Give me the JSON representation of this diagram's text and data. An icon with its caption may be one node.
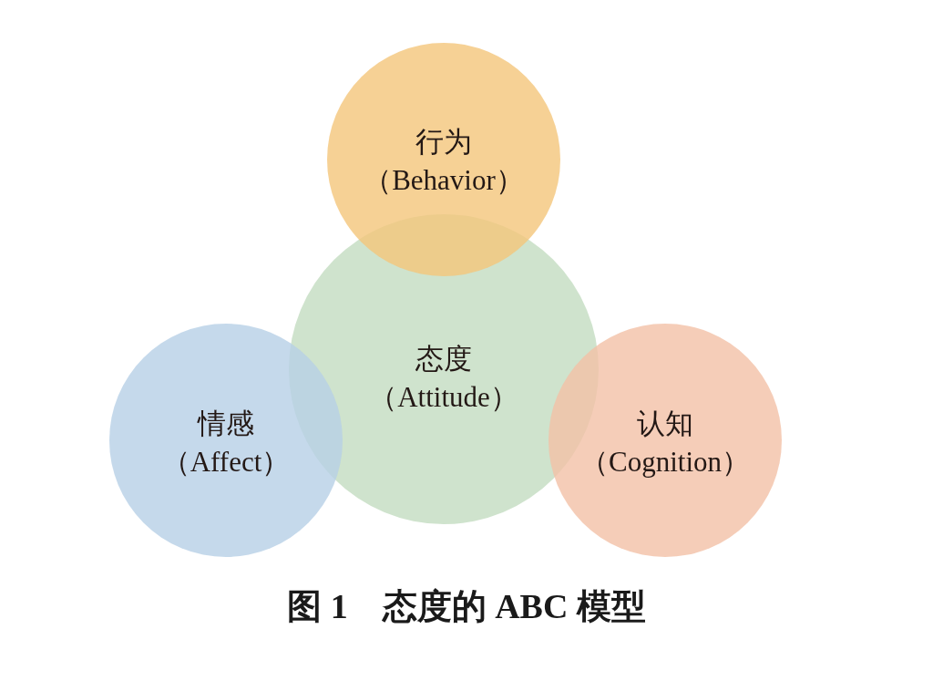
{
  "diagram": {
    "caption": "图 1　态度的 ABC 模型",
    "nodes": [
      {
        "text": [
          "行为",
          "（Behavior）"
        ]
      },
      {
        "text": [
          "态度",
          "（Attitude）"
        ]
      },
      {
        "text": [
          "情感",
          "（Affect）"
        ]
      },
      {
        "text": [
          "认知",
          "（Cognition）"
        ]
      }
    ],
    "edges": []
  }
}
